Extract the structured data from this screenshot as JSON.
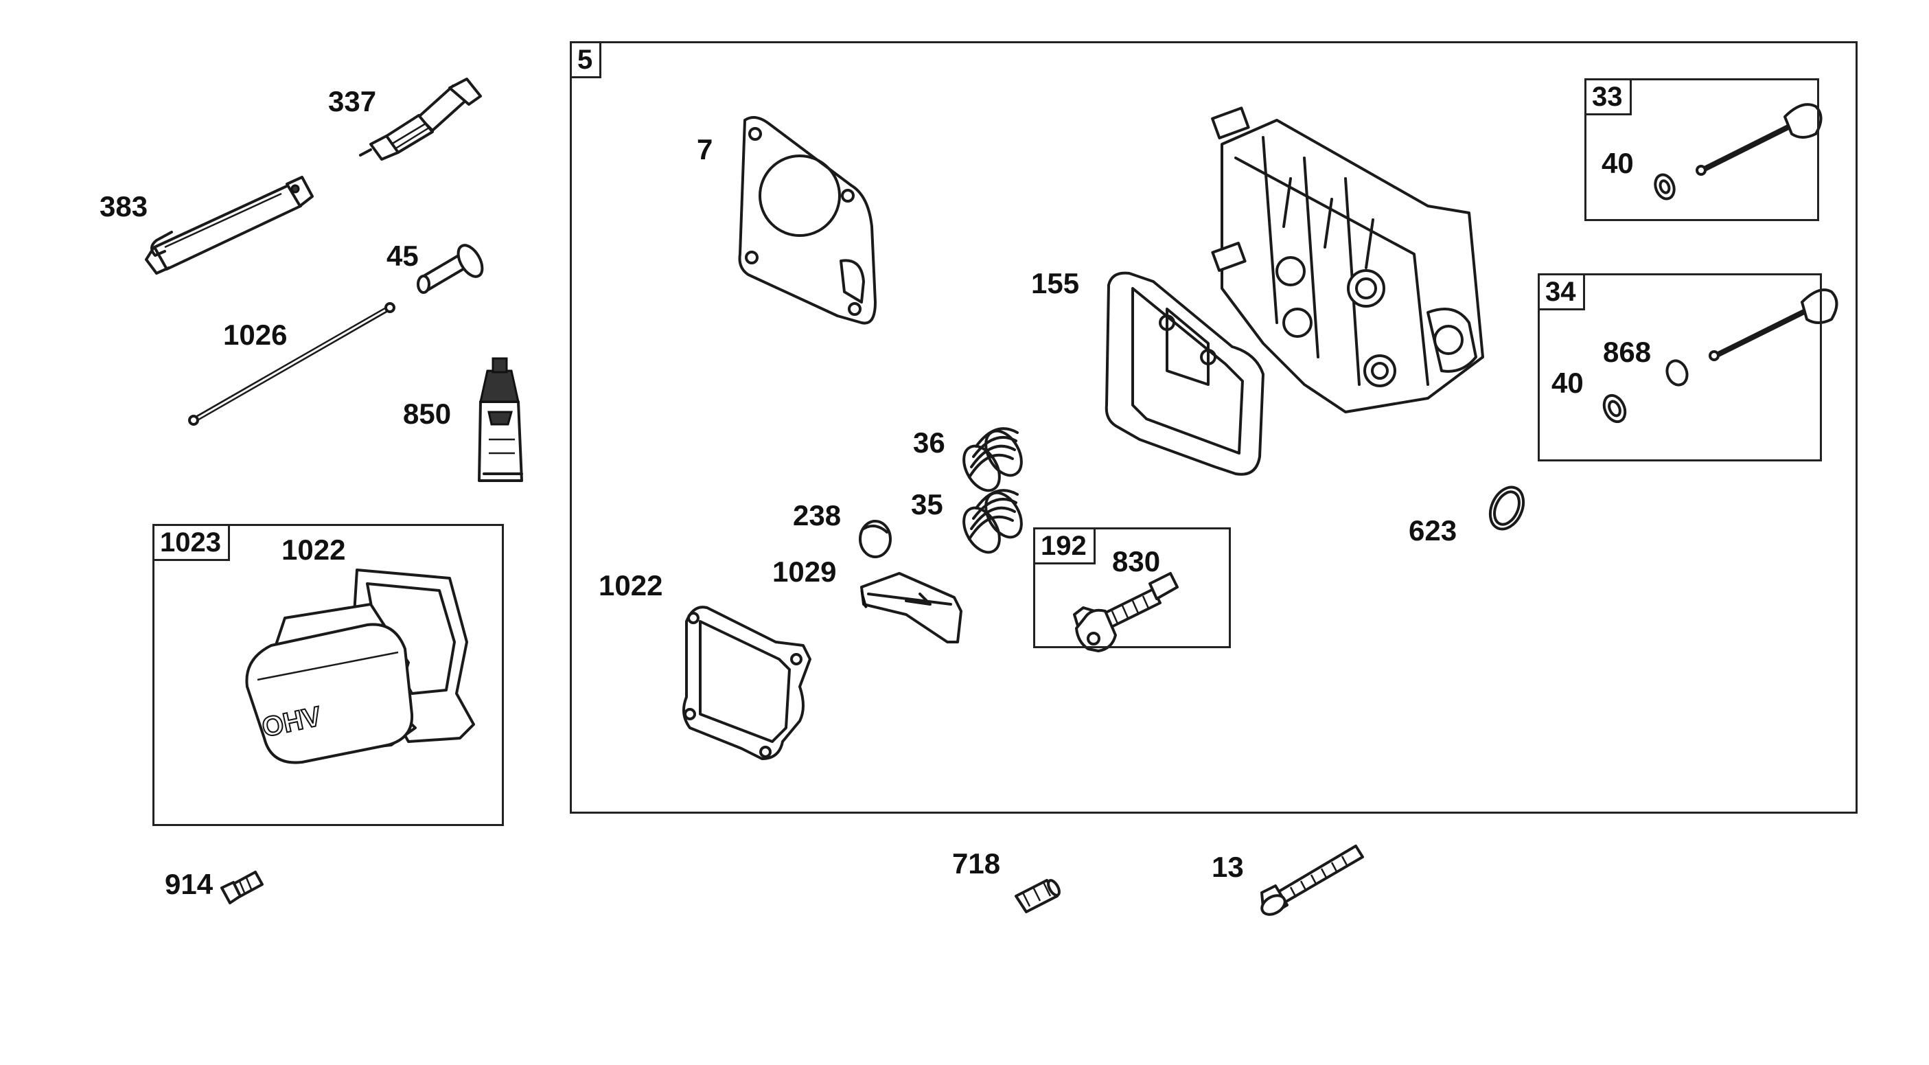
{
  "boxes": {
    "main": "5",
    "valve_cover": "1023",
    "exhaust_valve": "33",
    "intake_valve": "34",
    "rocker_stud": "192"
  },
  "labels": {
    "spark_plug": "337",
    "spark_tester": "383",
    "tappet": "45",
    "push_rod": "1026",
    "sealant": "850",
    "cover_gasket_kit": "1022",
    "screw_914": "914",
    "head_gasket": "7",
    "cylinder_head": "155",
    "spring_36": "36",
    "spring_35": "35",
    "cap_238": "238",
    "rocker_1029": "1029",
    "gasket_1022b": "1022",
    "nut_830": "830",
    "oring_623": "623",
    "retainer_40a": "40",
    "retainer_40b": "40",
    "seal_868": "868",
    "pin_718": "718",
    "bolt_13": "13"
  }
}
